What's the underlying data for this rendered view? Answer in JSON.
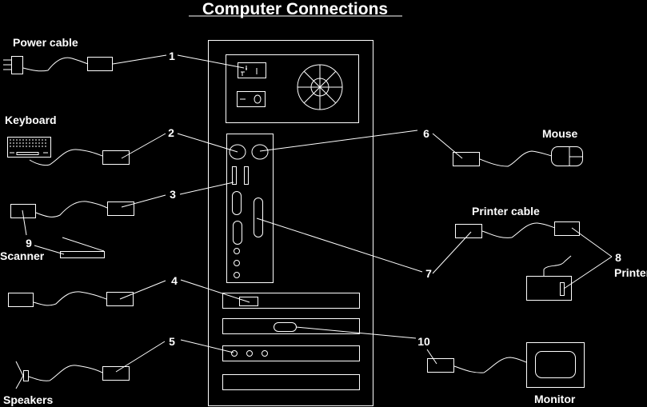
{
  "title": "Computer Connections",
  "colors": {
    "background": "#000000",
    "foreground": "#ffffff"
  },
  "devices": {
    "power_cable": "Power cable",
    "keyboard": "Keyboard",
    "scanner": "Scanner",
    "speakers": "Speakers",
    "mouse": "Mouse",
    "printer_cable": "Printer cable",
    "printer": "Printer",
    "monitor": "Monitor"
  },
  "callouts": [
    "1",
    "2",
    "3",
    "4",
    "5",
    "6",
    "7",
    "8",
    "9",
    "10"
  ]
}
